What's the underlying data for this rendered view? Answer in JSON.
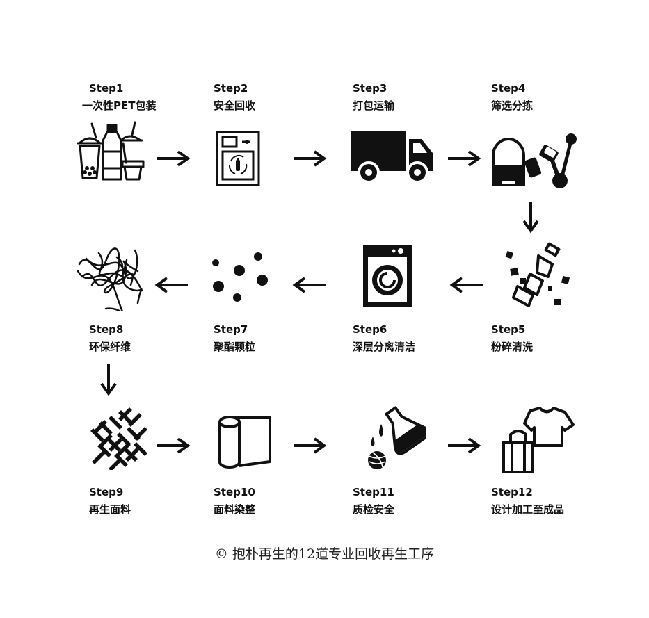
{
  "steps": [
    {
      "num": "Step1",
      "name": "一次性PET包装",
      "icon": "plastic-cups-bottles-icon"
    },
    {
      "num": "Step2",
      "name": "安全回收",
      "icon": "recycling-machine-icon"
    },
    {
      "num": "Step3",
      "name": "打包运输",
      "icon": "truck-icon"
    },
    {
      "num": "Step4",
      "name": "筛选分拣",
      "icon": "sorting-robot-icon"
    },
    {
      "num": "Step5",
      "name": "粉碎清洗",
      "icon": "crushed-bottle-icon"
    },
    {
      "num": "Step6",
      "name": "深层分离清洁",
      "icon": "washing-machine-icon"
    },
    {
      "num": "Step7",
      "name": "聚酯颗粒",
      "icon": "polyester-pellets-icon"
    },
    {
      "num": "Step8",
      "name": "环保纤维",
      "icon": "fiber-tangle-icon"
    },
    {
      "num": "Step9",
      "name": "再生面料",
      "icon": "woven-fabric-icon"
    },
    {
      "num": "Step10",
      "name": "面料染整",
      "icon": "fabric-roll-icon"
    },
    {
      "num": "Step11",
      "name": "质检安全",
      "icon": "dye-flask-yarn-icon"
    },
    {
      "num": "Step12",
      "name": "设计加工至成品",
      "icon": "tshirt-bag-icon"
    }
  ],
  "caption": "© 抱朴再生的12道专业回收再生工序",
  "colors": {
    "ink": "#111111",
    "background": "#ffffff"
  }
}
